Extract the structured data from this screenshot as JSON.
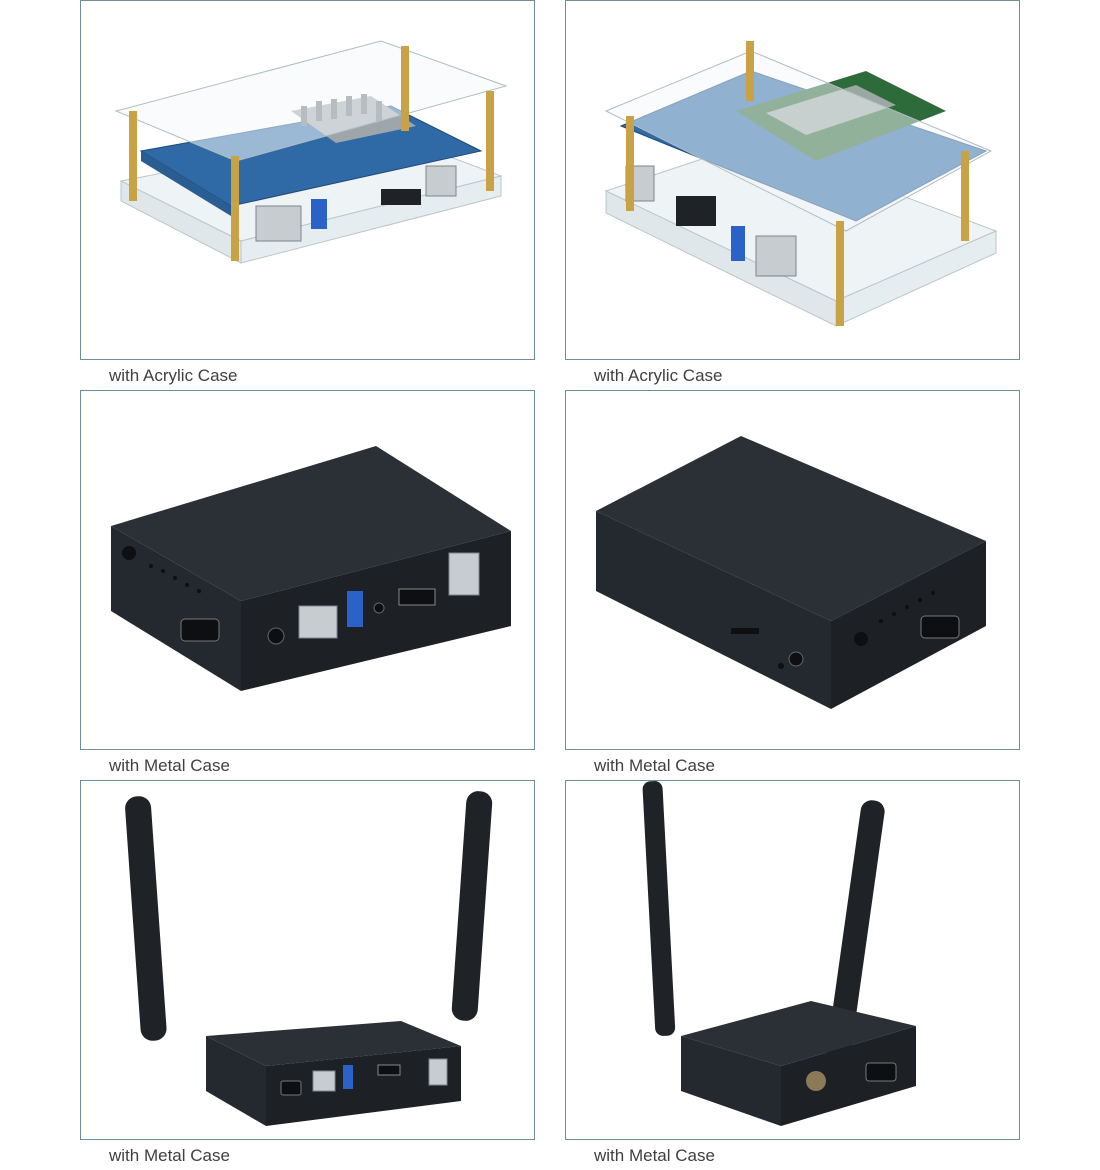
{
  "colors": {
    "frame_border": "#6f8f96",
    "caption_text": "#404040",
    "board_blue": "#2f6aa6",
    "metal_case": "#2b3036"
  },
  "gallery": [
    {
      "caption": "with Acrylic Case"
    },
    {
      "caption": "with Acrylic Case"
    },
    {
      "caption": "with Metal Case"
    },
    {
      "caption": "with Metal Case"
    },
    {
      "caption": "with Metal Case"
    },
    {
      "caption": "with Metal Case"
    }
  ]
}
